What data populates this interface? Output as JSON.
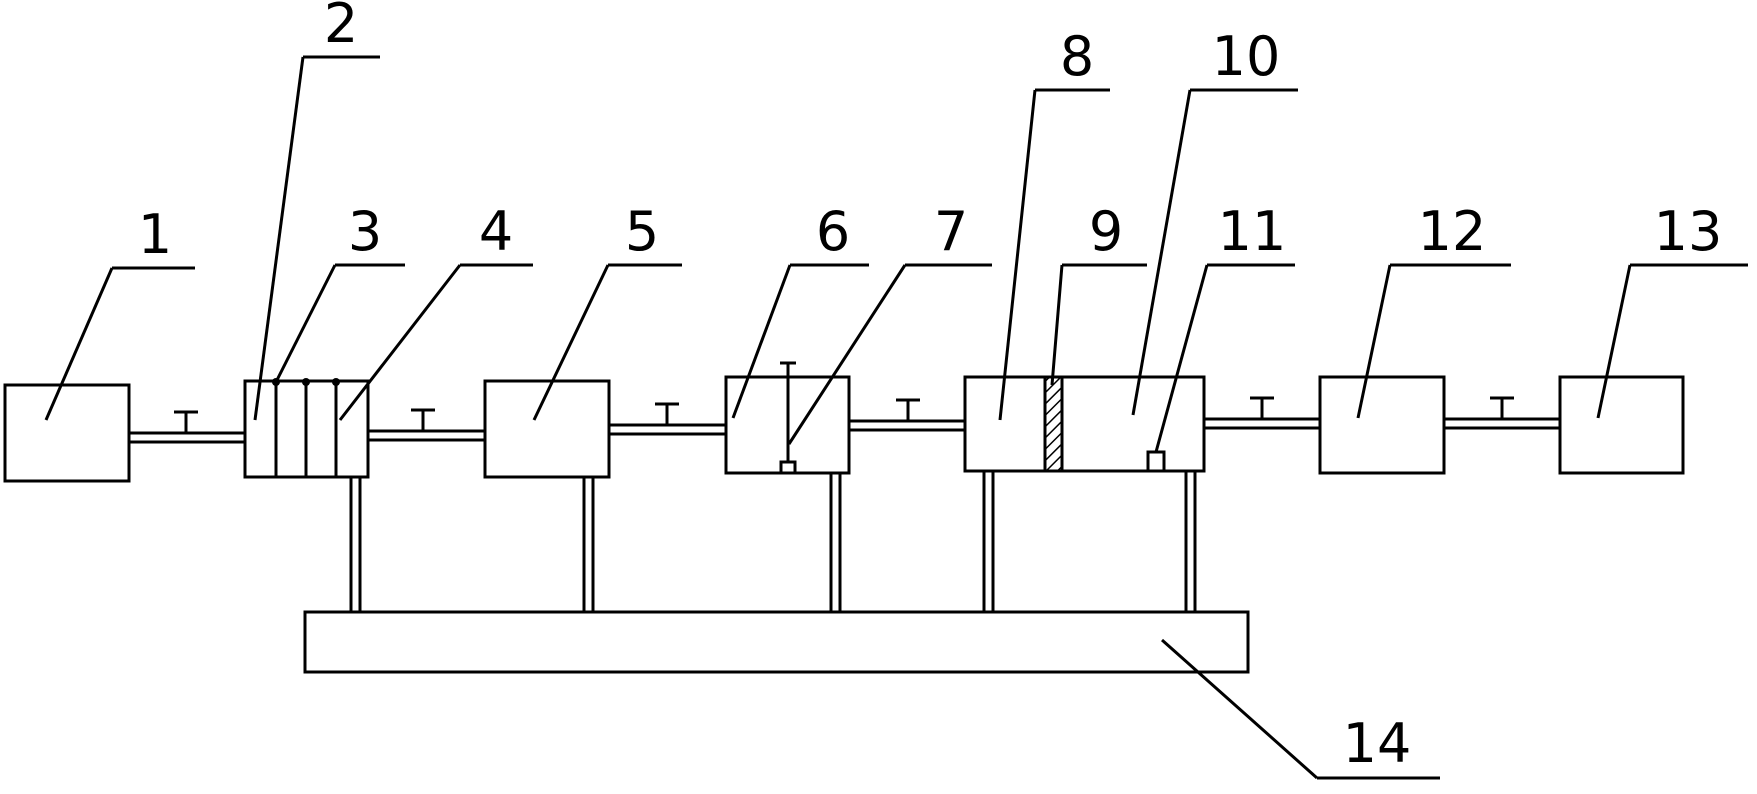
{
  "labels": {
    "c1": "1",
    "c2": "2",
    "c3": "3",
    "c4": "4",
    "c5": "5",
    "c6": "6",
    "c7": "7",
    "c8": "8",
    "c9": "9",
    "c10": "10",
    "c11": "11",
    "c12": "12",
    "c13": "13",
    "c14": "14"
  }
}
